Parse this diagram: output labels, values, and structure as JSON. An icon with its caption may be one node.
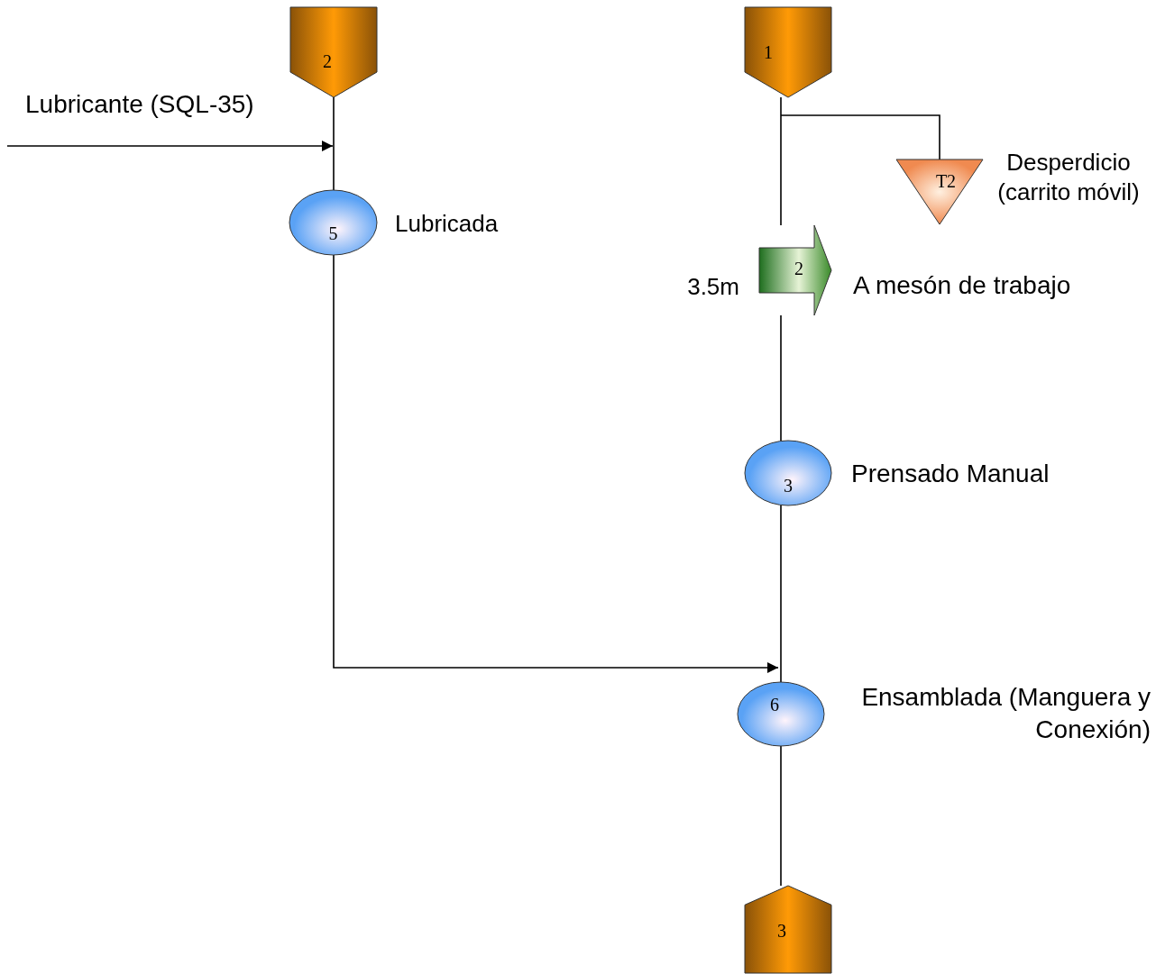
{
  "diagram": {
    "nodes": [
      {
        "text": [
          "2"
        ]
      },
      {
        "text": [
          "1"
        ]
      },
      {
        "text": [
          "T2"
        ],
        "beside": [
          "Desperdicio (carrito móvil)"
        ]
      },
      {
        "text": [
          "5"
        ],
        "beside": [
          "Lubricada"
        ]
      },
      {
        "text": [
          "2"
        ],
        "beside": [
          "3.5m",
          "A mesón de trabajo"
        ]
      },
      {
        "text": [
          "3"
        ],
        "beside": [
          "Prensado Manual"
        ]
      },
      {
        "text": [
          "6"
        ],
        "beside": [
          "Ensamblada (Manguera y Conexión)"
        ]
      },
      {
        "text": [
          "3"
        ]
      }
    ],
    "edges": [
      {
        "from": null,
        "to": 3,
        "arrow": "to",
        "label": "Lubricante (SQL-35)"
      },
      {
        "from": 0,
        "to": 3,
        "arrow": "none"
      },
      {
        "from": 3,
        "to": 6,
        "arrow": "to"
      },
      {
        "from": 1,
        "to": 4,
        "arrow": "none"
      },
      {
        "from": 1,
        "to": 2,
        "arrow": "none"
      },
      {
        "from": 4,
        "to": 5,
        "arrow": "none"
      },
      {
        "from": 5,
        "to": 6,
        "arrow": "none"
      },
      {
        "from": 6,
        "to": 7,
        "arrow": "none"
      }
    ]
  }
}
